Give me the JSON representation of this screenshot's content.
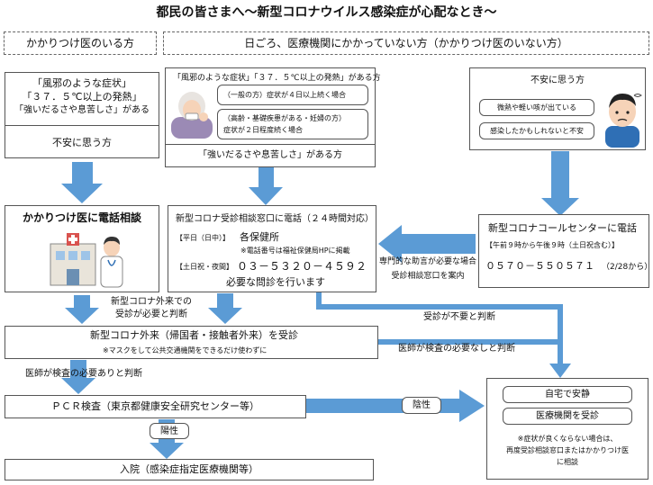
{
  "title": "都民の皆さまへ～新型コロナウイルス感染症が心配なとき～",
  "colors": {
    "arrow": "#5b9bd5",
    "line": "#555555",
    "band_border": "#666666"
  },
  "headers": {
    "left": "かかりつけ医のいる方",
    "right": "日ごろ、医療機関にかかっていない方（かかりつけ医のいない方）"
  },
  "left_symptoms": {
    "line1": "「風邪のような症状」",
    "line2": "「３７．５℃以上の発熱」",
    "line3": "「強いだるさや息苦しさ」がある",
    "anxious": "不安に思う方"
  },
  "mid_symptoms": {
    "header": "「風邪のような症状」「３７．５℃以上の発熱」がある方",
    "case1": "（一般の方）症状が４日以上続く場合",
    "case2_line1": "（高齢・基礎疾患がある・妊婦の方）",
    "case2_line2": "症状が２日程度続く場合",
    "footer": "「強いだるさや息苦しさ」がある方"
  },
  "right_anxious": {
    "title": "不安に思う方",
    "item1": "微熱や軽い咳が出ている",
    "item2": "感染したかもしれないと不安"
  },
  "family_doctor": {
    "title": "かかりつけ医に電話相談"
  },
  "consult_center": {
    "title": "新型コロナ受診相談窓口に電話（２４時間対応）",
    "weekday_label": "【平日（日中）】",
    "weekday_value": "各保健所",
    "weekday_note": "※電話番号は福祉保健局HPに掲載",
    "holiday_label": "【土日祝・夜間】",
    "holiday_number": "０３－５３２０－４５９２",
    "footer": "必要な問診を行います"
  },
  "call_center": {
    "title": "新型コロナコールセンターに電話",
    "hours": "【午前９時から午後９時（土日祝含む）】",
    "number": "０５７０－５５０５７１",
    "from": "（2/28から）"
  },
  "labels": {
    "referral_line1": "専門的な助言が必要な場合",
    "referral_line2": "受診相談窓口を案内",
    "outpatient_needed_line1": "新型コロナ外来での",
    "outpatient_needed_line2": "受診が必要と判断",
    "not_needed": "受診が不要と判断",
    "no_test": "医師が検査の必要なしと判断",
    "test_needed": "医師が検査の必要ありと判断",
    "positive": "陽性",
    "negative": "陰性"
  },
  "outpatient": {
    "title": "新型コロナ外来（帰国者・接触者外来）を受診",
    "note": "※マスクをして公共交通機関をできるだけ使わずに"
  },
  "pcr": {
    "title": "ＰＣＲ検査（東京都健康安全研究センター等）"
  },
  "hospital": {
    "title": "入院（感染症指定医療機関等）"
  },
  "home": {
    "rest": "自宅で安静",
    "visit": "医療機関を受診",
    "note_line1": "※症状が良くならない場合は、",
    "note_line2": "再度受診相談窓口またはかかりつけ医",
    "note_line3": "に相談"
  }
}
